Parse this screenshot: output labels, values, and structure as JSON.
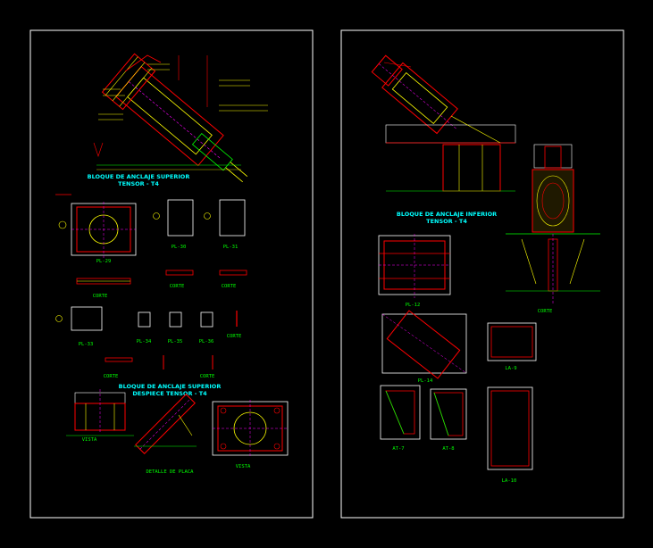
{
  "sheets": {
    "left": {
      "upper_title": "BLOQUE DE ANCLAJE SUPERIOR",
      "upper_sub": "TENSOR - T4",
      "labels": {
        "pl30": "PL-30",
        "pl31": "PL-31",
        "pl29": "PL-29",
        "pl33": "PL-33",
        "pl34": "PL-34",
        "pl35": "PL-35",
        "pl36": "PL-36",
        "corte1": "CORTE",
        "corte2": "CORTE",
        "corte3": "CORTE",
        "corte4": "CORTE",
        "corte5": "CORTE",
        "corte6": "CORTE"
      },
      "mid_title": "BLOQUE DE ANCLAJE SUPERIOR",
      "mid_sub": "DESPIECE TENSOR - T4",
      "vista1": "VISTA",
      "vista2": "VISTA",
      "detalle": "DETALLE DE PLACA"
    },
    "right": {
      "upper_title": "BLOQUE DE ANCLAJE INFERIOR",
      "upper_sub": "TENSOR - T4",
      "labels": {
        "pl12": "PL-12",
        "pl14": "PL-14",
        "la9": "LA-9",
        "at7": "AT-7",
        "at8": "AT-8",
        "la10": "LA-10",
        "corte": "CORTE"
      }
    }
  },
  "colors": {
    "background": "#000000",
    "frame": "#ffffff",
    "red": "#ff0000",
    "yellow": "#ffff00",
    "green": "#00ff00",
    "cyan": "#00ffff",
    "magenta": "#ff00ff",
    "white": "#ffffff"
  }
}
